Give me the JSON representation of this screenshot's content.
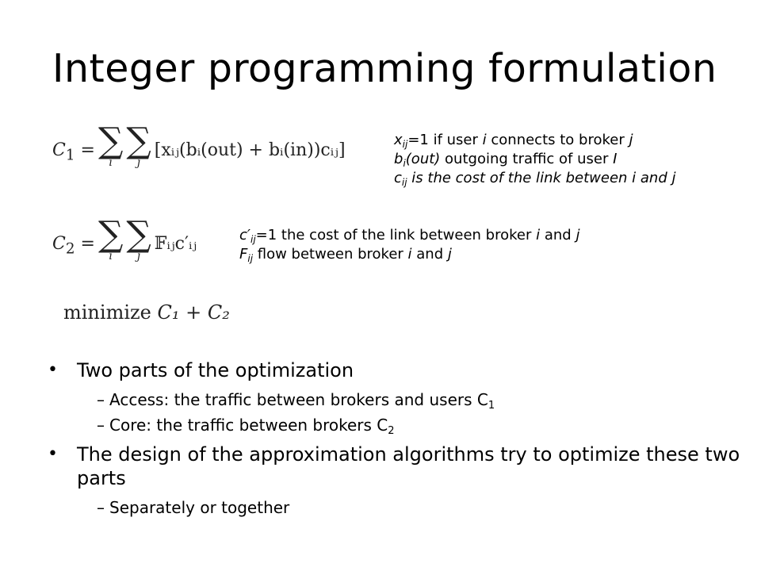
{
  "title": "Integer programming formulation",
  "equations": {
    "c1": {
      "lhs": "C",
      "lhs_sub": "1",
      "sum_index_1": "i",
      "sum_index_2": "j",
      "body": "[xᵢⱼ(bᵢ(out) + bᵢ(in))cᵢⱼ]"
    },
    "c2": {
      "lhs": "C",
      "lhs_sub": "2",
      "sum_index_1": "i",
      "sum_index_2": "j",
      "body": "𝔽ᵢⱼc′ᵢⱼ"
    },
    "objective": {
      "word": "minimize",
      "expr": "C₁ + C₂"
    }
  },
  "notes_1": [
    {
      "sym": "x",
      "sub": "ij",
      "text": "=1 if user ",
      "v1": "i",
      "mid": " connects to broker ",
      "v2": "j"
    },
    {
      "sym": "b",
      "sub": "i",
      "italic_tail": "(out)",
      "text": " outgoing traffic of user ",
      "v1": "I"
    },
    {
      "sym": "c",
      "sub": "ij",
      "text": " is the cost of the link between i and j"
    }
  ],
  "notes_2": [
    {
      "sym": "c′",
      "sub": "ij",
      "text": "=1 the cost of the link between broker ",
      "v1": "i",
      "mid": " and ",
      "v2": "j"
    },
    {
      "sym": "F",
      "sub": "ij",
      "text": " flow between broker ",
      "v1": "i",
      "mid": " and ",
      "v2": "j"
    }
  ],
  "bullets": [
    {
      "bullet_symbol": "•",
      "text": "Two parts of the optimization",
      "children": [
        {
          "dash": "–",
          "text": "Access: the traffic between brokers and users C",
          "sub": "1"
        },
        {
          "dash": "–",
          "text": "Core: the traffic between brokers C",
          "sub": "2"
        }
      ]
    },
    {
      "bullet_symbol": "•",
      "text": "The design of the approximation algorithms try to optimize these two parts",
      "children": [
        {
          "dash": "–",
          "text": "Separately or together"
        }
      ]
    }
  ]
}
